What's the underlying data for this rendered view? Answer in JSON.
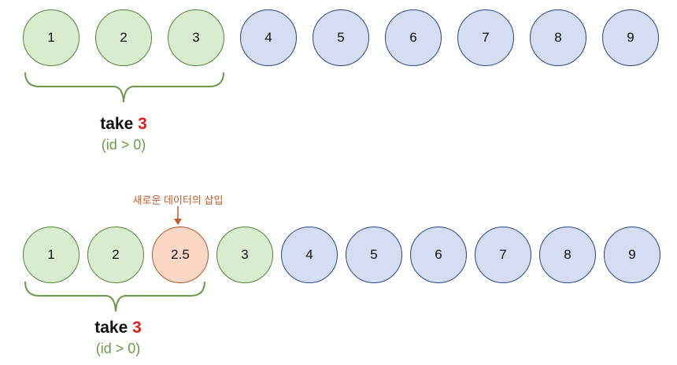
{
  "row1": {
    "items": [
      {
        "label": "1",
        "status": "taken"
      },
      {
        "label": "2",
        "status": "taken"
      },
      {
        "label": "3",
        "status": "taken"
      },
      {
        "label": "4",
        "status": "rest"
      },
      {
        "label": "5",
        "status": "rest"
      },
      {
        "label": "6",
        "status": "rest"
      },
      {
        "label": "7",
        "status": "rest"
      },
      {
        "label": "8",
        "status": "rest"
      },
      {
        "label": "9",
        "status": "rest"
      }
    ],
    "take_word": "take",
    "take_count": "3",
    "condition": "(id > 0)"
  },
  "row2": {
    "insert_note": "새로운 데이터의 삽입",
    "items": [
      {
        "label": "1",
        "status": "taken"
      },
      {
        "label": "2",
        "status": "taken"
      },
      {
        "label": "2.5",
        "status": "inserted"
      },
      {
        "label": "3",
        "status": "excluded"
      },
      {
        "label": "4",
        "status": "rest"
      },
      {
        "label": "5",
        "status": "rest"
      },
      {
        "label": "6",
        "status": "rest"
      },
      {
        "label": "7",
        "status": "rest"
      },
      {
        "label": "8",
        "status": "rest"
      },
      {
        "label": "9",
        "status": "rest"
      }
    ],
    "take_word": "take",
    "take_count": "3",
    "condition": "(id > 0)"
  },
  "colors": {
    "taken_fill": "#d9ecd0",
    "taken_border": "#548235",
    "rest_fill": "#d5ddf2",
    "rest_border": "#2f4585",
    "inserted_fill": "#fbd8c6",
    "inserted_border": "#b4532a",
    "take_count": "#e01c1c",
    "condition": "#6a9a4a",
    "insert_note": "#c55a2a"
  }
}
